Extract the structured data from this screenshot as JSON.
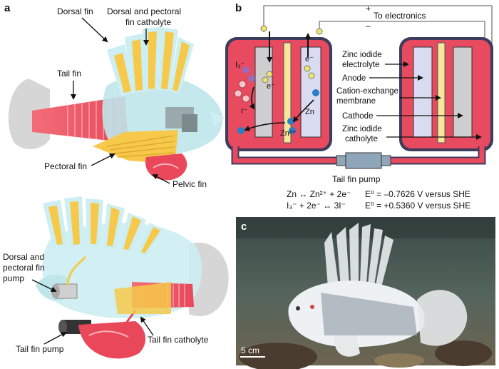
{
  "panels": {
    "a": "a",
    "b": "b",
    "c": "c"
  },
  "panel_a": {
    "dorsal_fin": "Dorsal fin",
    "dorsal_pectoral_catholyte": [
      "Dorsal and pectoral",
      "fin catholyte"
    ],
    "tail_fin": "Tail fin",
    "pectoral_fin": "Pectoral fin",
    "pelvic_fin": "Pelvic fin",
    "dorsal_pectoral_pump": [
      "Dorsal and",
      "pectoral fin",
      "pump"
    ],
    "tail_fin_pump": "Tail fin pump",
    "tail_fin_catholyte": "Tail fin catholyte"
  },
  "panel_b": {
    "plus": "+",
    "minus": "–",
    "to_electronics": "To electronics",
    "labels": {
      "zinc_iodide_electrolyte": [
        "Zinc iodide",
        "electrolyte"
      ],
      "anode": "Anode",
      "cation_exchange_membrane": [
        "Cation-exchange",
        "membrane"
      ],
      "cathode": "Cathode",
      "zinc_iodide_catholyte": [
        "Zinc iodide",
        "catholyte"
      ]
    },
    "species": {
      "triiodide": "I₃⁻",
      "electron_cathode": "e⁻",
      "iodide": "I⁻",
      "electron_anode": "e⁻",
      "zinc": "Zn",
      "zinc_ion": "Zn²⁺"
    },
    "pump_label": "Tail fin pump",
    "equations": [
      {
        "reaction": "Zn ↔ Zn²⁺ + 2e⁻",
        "potential": "E⁰ = –0.7626 V versus SHE"
      },
      {
        "reaction": "I₃⁻ + 2e⁻ ↔ 3I⁻",
        "potential": "E⁰ = +0.5360 V versus SHE"
      }
    ]
  },
  "panel_c": {
    "scale_bar": "5 cm"
  },
  "colors": {
    "catholyte_red": "#e84a5f",
    "fin_yellow": "#f6c94a",
    "body_cyan": "#bfe6ea",
    "membrane_yellow": "#f4e99b",
    "anode_lavender": "#d9dcf0",
    "cathode_grey": "#cfcfd2",
    "zinc_blue": "#2b7fc4",
    "iodide_purple": "#9a6cb8",
    "iodine_pink": "#f5c5cf"
  }
}
